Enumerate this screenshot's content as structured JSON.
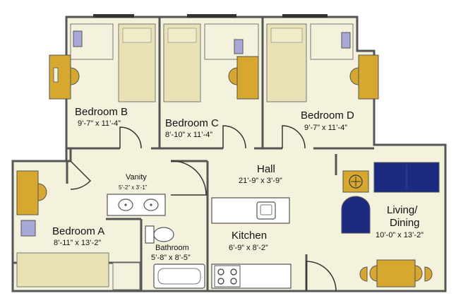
{
  "rooms": {
    "bedroom_b": {
      "name": "Bedroom B",
      "dims": "9’-7” x 11’-4”"
    },
    "bedroom_c": {
      "name": "Bedroom C",
      "dims": "8’-10” x 11’-4”"
    },
    "bedroom_d": {
      "name": "Bedroom D",
      "dims": "9’-7” x 11’-4”"
    },
    "hall": {
      "name": "Hall",
      "dims": "21’-9” x 3’-9”"
    },
    "vanity": {
      "name": "Vanity",
      "dims": "5’-2” x 3’-1”"
    },
    "bedroom_a": {
      "name": "Bedroom A",
      "dims": "8’-11” x 13’-2”"
    },
    "bathroom": {
      "name": "Bathroom",
      "dims": "5’-8” x 8’-5”"
    },
    "kitchen": {
      "name": "Kitchen",
      "dims": "6’-9” x 8’-2”"
    },
    "living": {
      "name_line1": "Living/",
      "name_line2": "Dining",
      "dims": "10’-0” x 13’-2”"
    }
  },
  "colors": {
    "floor": "#f4f1dc",
    "wall": "#555555",
    "bed": "#e8e2b4",
    "desk": "#d6a830",
    "chair": "#a9a9d8",
    "sofa": "#1c2a80",
    "counter": "#ffffff"
  }
}
